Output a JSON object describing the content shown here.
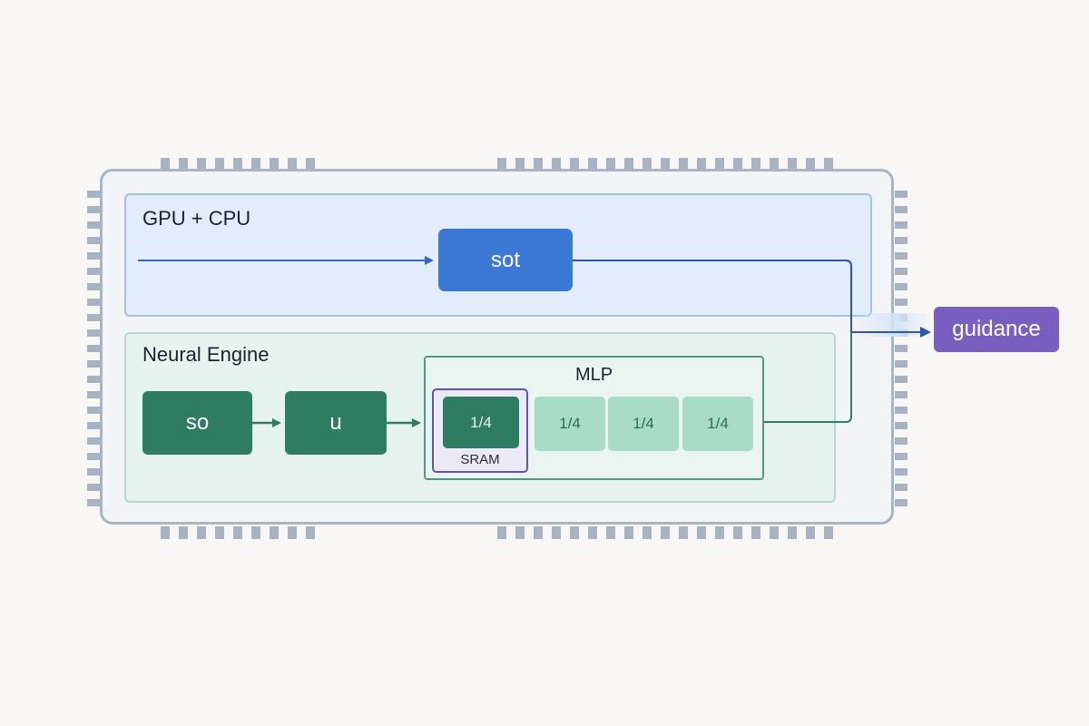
{
  "regions": {
    "gpu_cpu": {
      "title": "GPU + CPU"
    },
    "neural_engine": {
      "title": "Neural Engine"
    }
  },
  "nodes": {
    "sot": "sot",
    "so": "so",
    "u": "u",
    "guidance": "guidance"
  },
  "mlp": {
    "title": "MLP",
    "slices": [
      "1/4",
      "1/4",
      "1/4",
      "1/4"
    ],
    "sram_label": "SRAM"
  },
  "colors": {
    "gpu_flow": "#3a67c4",
    "ne_flow": "#2f7d63",
    "sot_node": "#3c79d4",
    "ne_node": "#2e7d62",
    "slice_inactive": "#a9dcc7",
    "sram_border": "#5a55b0",
    "guidance_node": "#7a5fc0"
  }
}
